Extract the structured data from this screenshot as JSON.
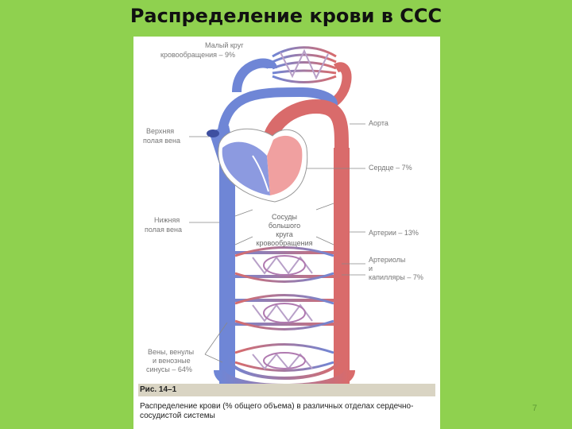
{
  "title": "Распределение крови в ССС",
  "diagram": {
    "labels": {
      "pulmonary_line1": "Малый круг",
      "pulmonary_line2": "кровообращения – 9%",
      "svc_line1": "Верхняя",
      "svc_line2": "полая вена",
      "aorta": "Аорта",
      "heart": "Сердце – 7%",
      "ivc_line1": "Нижняя",
      "ivc_line2": "полая вена",
      "systemic_line1": "Сосуды",
      "systemic_line2": "большого",
      "systemic_line3": "круга",
      "systemic_line4": "кровообращения",
      "arteries": "Артерии – 13%",
      "arterioles_line1": "Артериолы",
      "arterioles_line2": "и",
      "arterioles_line3": "капилляры – 7%",
      "veins_line1": "Вены, венулы",
      "veins_line2": "и венозные",
      "veins_line3": "синусы – 64%"
    },
    "colors": {
      "arterial": "#d96b6b",
      "venous": "#6f86d6",
      "heart_left": "#f0a0a0",
      "heart_right": "#8c9ae0"
    }
  },
  "caption": {
    "figure_label": "Рис. 14–1",
    "text": "Распределение крови (% общего объема) в различных отделах сердечно-сосудистой системы"
  },
  "page_number": "7"
}
